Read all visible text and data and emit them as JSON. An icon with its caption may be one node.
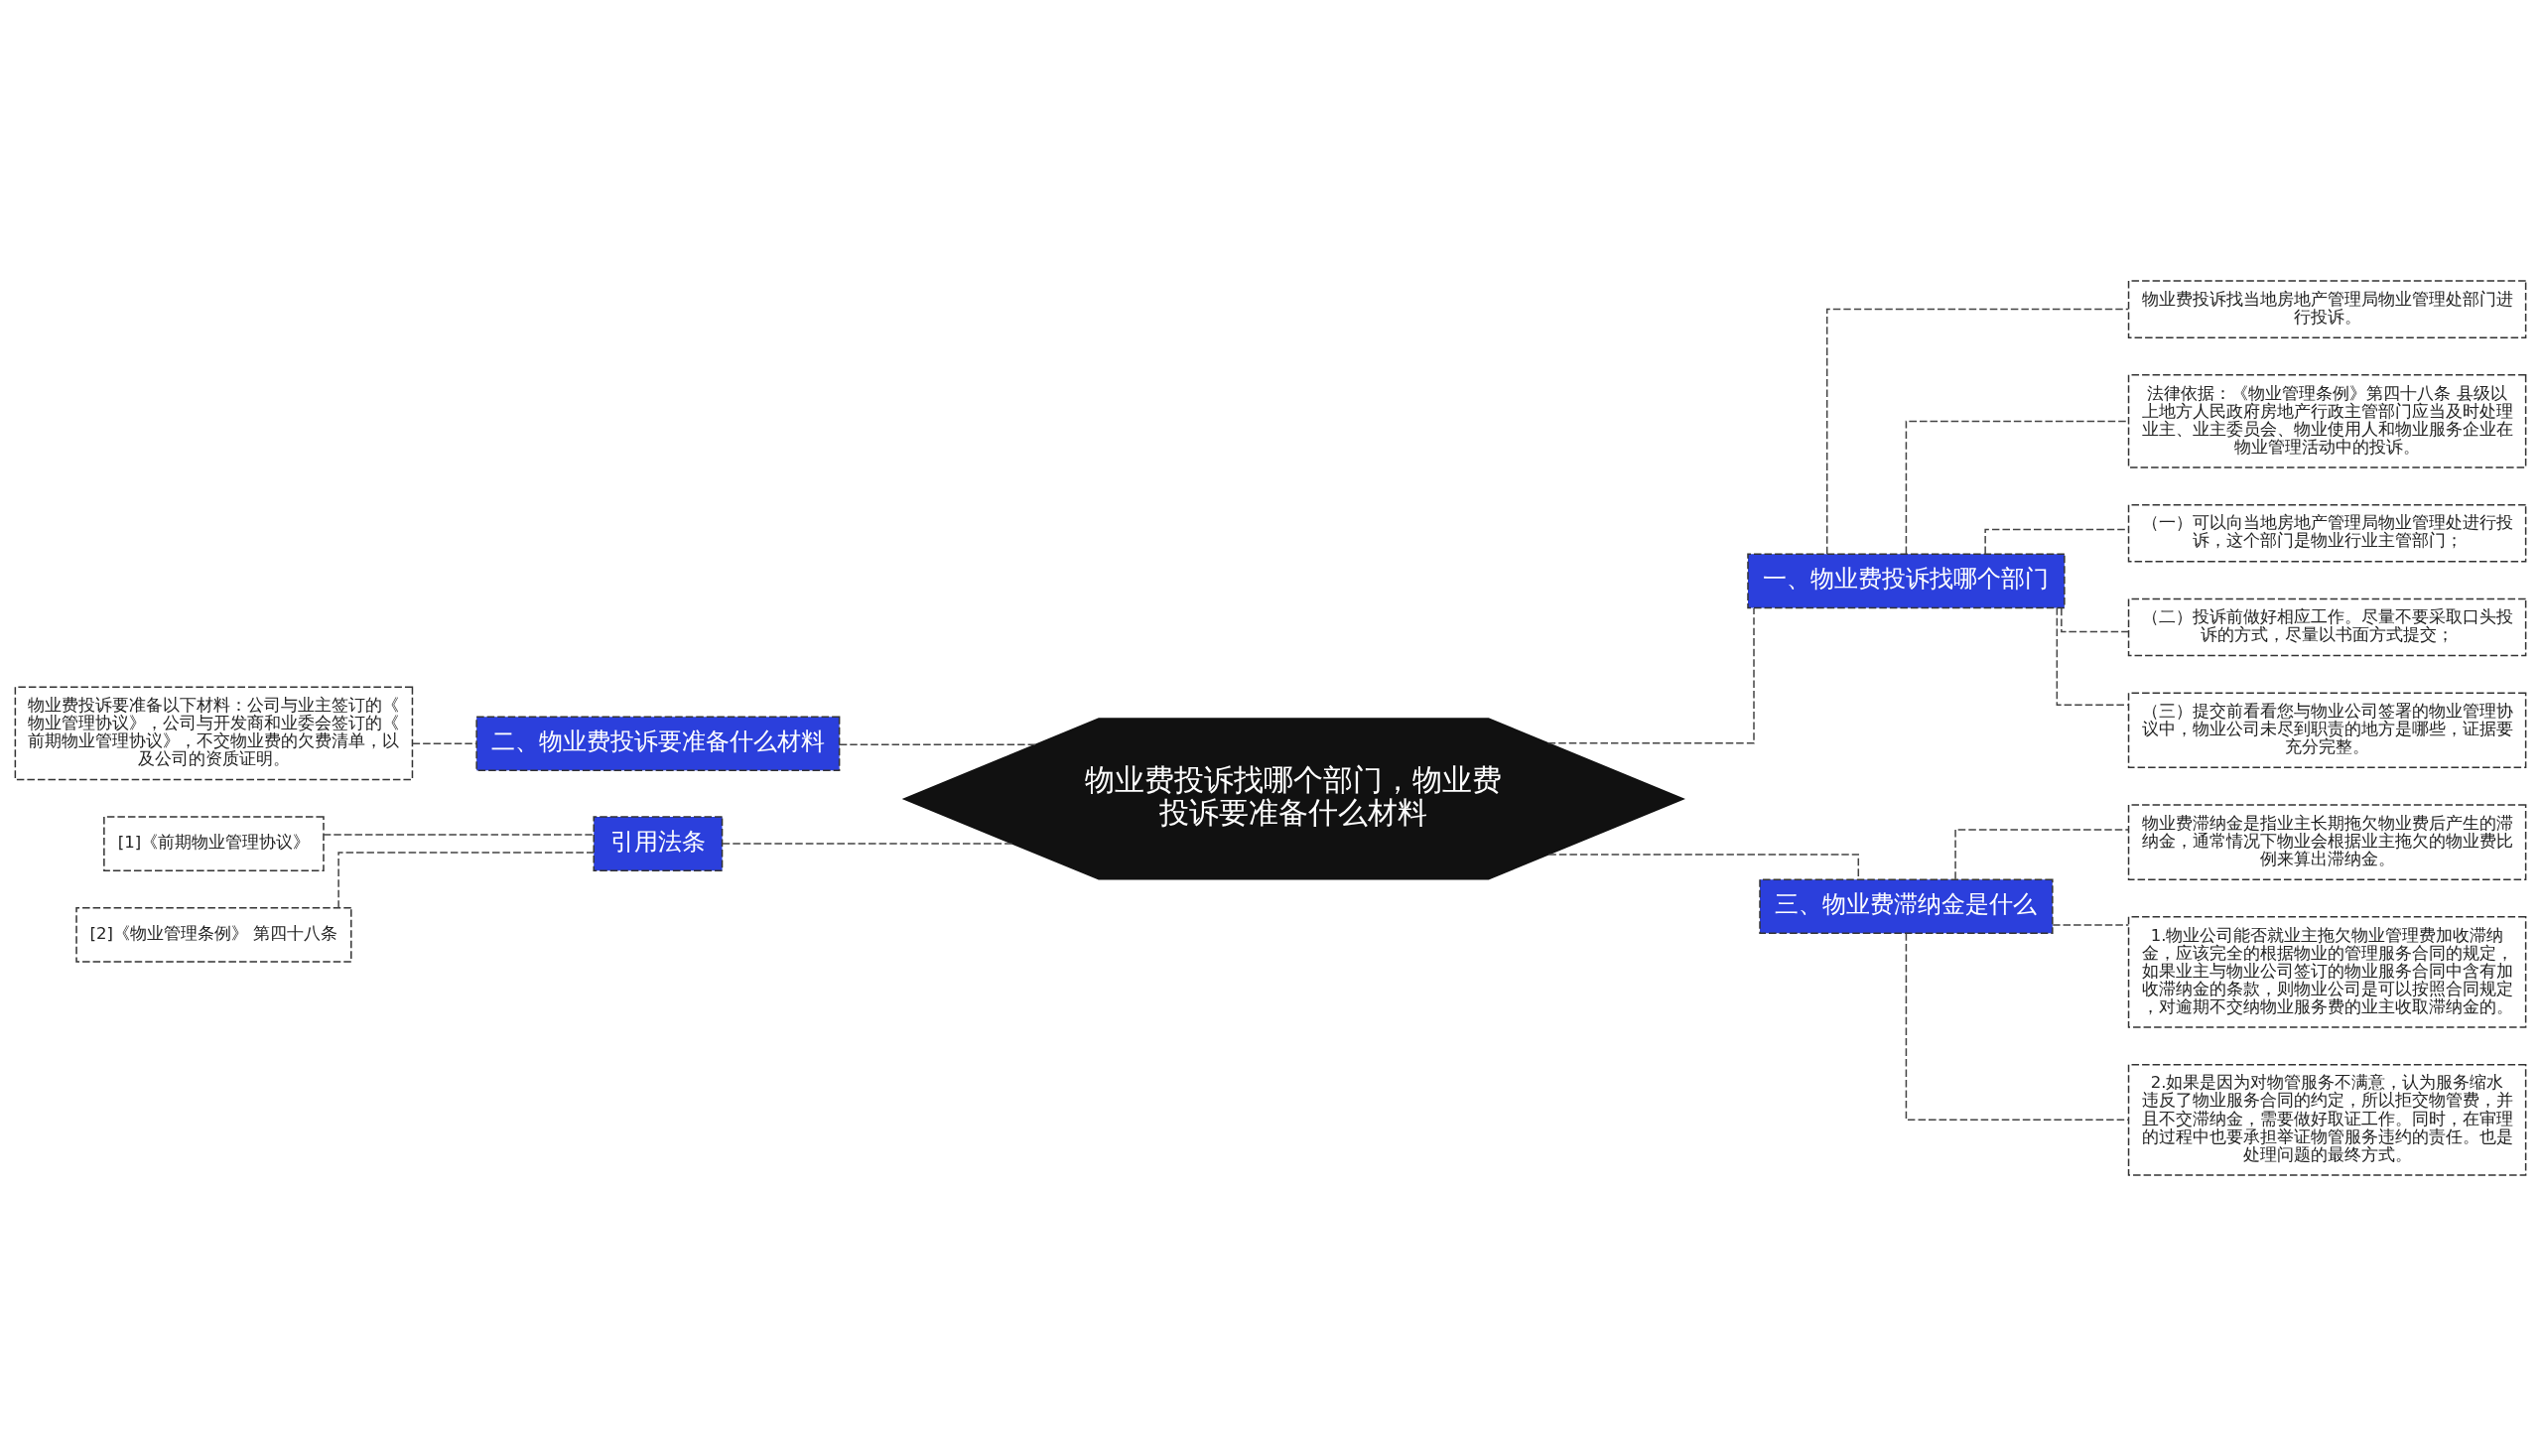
{
  "diagram": {
    "nodes": [
      {
        "text": [
          "物业费投诉找哪个部门，物业费投诉要准备什么材料"
        ]
      },
      {
        "text": [
          "一、物业费投诉找哪个部门"
        ]
      },
      {
        "text": [
          "物业费投诉找当地房地产管理局物业管理处部门进行投诉。"
        ]
      },
      {
        "text": [
          "法律依据：《物业管理条例》第四十八条 县级以上地方人民政府房地产行政主管部门应当及时处理业主、业主委员会、物业使用人和物业服务企业在物业管理活动中的投诉。"
        ]
      },
      {
        "text": [
          "（一）可以向当地房地产管理局物业管理处进行投诉，这个部门是物业行业主管部门；"
        ]
      },
      {
        "text": [
          "（二）投诉前做好相应工作。尽量不要采取口头投诉的方式，尽量以书面方式提交；"
        ]
      },
      {
        "text": [
          "（三）提交前看看您与物业公司签署的物业管理协议中，物业公司未尽到职责的地方是哪些，证据要充分完整。"
        ]
      },
      {
        "text": [
          "三、物业费滞纳金是什么"
        ]
      },
      {
        "text": [
          "物业费滞纳金是指业主长期拖欠物业费后产生的滞纳金，通常情况下物业会根据业主拖欠的物业费比例来算出滞纳金。"
        ]
      },
      {
        "text": [
          "1.物业公司能否就业主拖欠物业管理费加收滞纳金，应该完全的根据物业的管理服务合同的规定，如果业主与物业公司签订的物业服务合同中含有加收滞纳金的条款，则物业公司是可以按照合同规定，对逾期不交纳物业服务费的业主收取滞纳金的。"
        ]
      },
      {
        "text": [
          "2.如果是因为对物管服务不满意，认为服务缩水违反了物业服务合同的约定，所以拒交物管费，并且不交滞纳金，需要做好取证工作。同时，在审理的过程中也要承担举证物管服务违约的责任。也是处理问题的最终方式。"
        ]
      },
      {
        "text": [
          "二、物业费投诉要准备什么材料"
        ]
      },
      {
        "text": [
          "物业费投诉要准备以下材料：公司与业主签订的《物业管理协议》，公司与开发商和业委会签订的《前期物业管理协议》，不交物业费的欠费清单，以及公司的资质证明。"
        ]
      },
      {
        "text": [
          "引用法条"
        ]
      },
      {
        "text": [
          "[1]《前期物业管理协议》"
        ]
      },
      {
        "text": [
          "[2]《物业管理条例》 第四十八条"
        ]
      }
    ],
    "edges": [
      {
        "from": 0,
        "to": 1,
        "arrow": "none",
        "style": "dashed"
      },
      {
        "from": 1,
        "to": 2,
        "arrow": "none",
        "style": "dashed"
      },
      {
        "from": 1,
        "to": 3,
        "arrow": "none",
        "style": "dashed"
      },
      {
        "from": 1,
        "to": 4,
        "arrow": "none",
        "style": "dashed"
      },
      {
        "from": 1,
        "to": 5,
        "arrow": "none",
        "style": "dashed"
      },
      {
        "from": 1,
        "to": 6,
        "arrow": "none",
        "style": "dashed"
      },
      {
        "from": 0,
        "to": 7,
        "arrow": "none",
        "style": "dashed"
      },
      {
        "from": 7,
        "to": 8,
        "arrow": "none",
        "style": "dashed"
      },
      {
        "from": 7,
        "to": 9,
        "arrow": "none",
        "style": "dashed"
      },
      {
        "from": 7,
        "to": 10,
        "arrow": "none",
        "style": "dashed"
      },
      {
        "from": 0,
        "to": 11,
        "arrow": "none",
        "style": "dashed"
      },
      {
        "from": 11,
        "to": 12,
        "arrow": "none",
        "style": "dashed"
      },
      {
        "from": 0,
        "to": 13,
        "arrow": "none",
        "style": "dashed"
      },
      {
        "from": 13,
        "to": 14,
        "arrow": "none",
        "style": "dashed"
      },
      {
        "from": 13,
        "to": 15,
        "arrow": "none",
        "style": "dashed"
      }
    ]
  }
}
